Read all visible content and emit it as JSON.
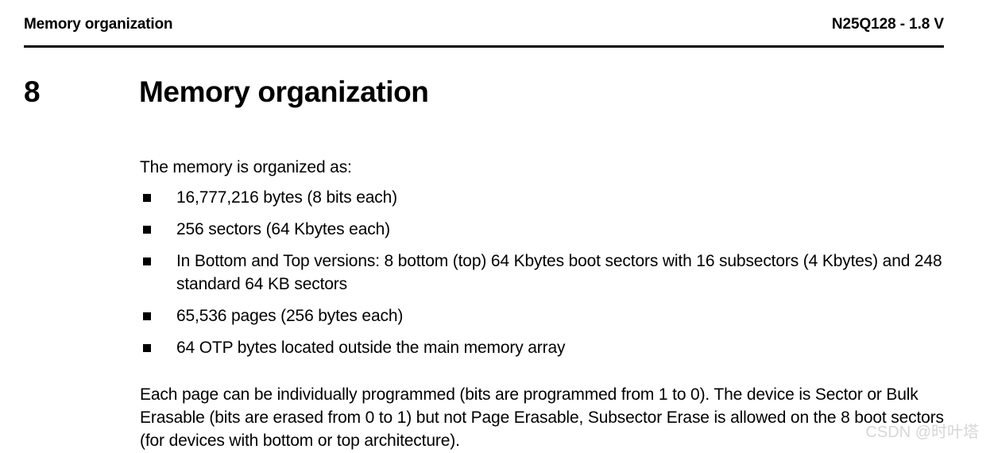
{
  "header": {
    "left_text": "Memory organization",
    "right_text": "N25Q128 - 1.8 V"
  },
  "section": {
    "number": "8",
    "title": "Memory organization"
  },
  "body": {
    "intro": "The memory is organized as:",
    "bullets": [
      "16,777,216 bytes (8 bits each)",
      "256 sectors (64 Kbytes each)",
      "In Bottom and Top versions: 8 bottom (top) 64 Kbytes boot sectors with 16 subsectors (4 Kbytes) and 248 standard 64 KB sectors",
      "65,536 pages (256 bytes each)",
      "64 OTP bytes located outside the main memory array"
    ],
    "closing_paragraph": "Each page can be individually programmed (bits are programmed from 1 to 0). The device is Sector or Bulk Erasable (bits are erased from 0 to 1) but not Page Erasable, Subsector Erase is allowed on the 8 boot sectors (for devices with bottom or top architecture)."
  },
  "watermark": {
    "text": "CSDN @时叶塔",
    "color": "#d7d7d7"
  },
  "colors": {
    "text": "#000000",
    "background": "#ffffff",
    "rule": "#000000"
  }
}
